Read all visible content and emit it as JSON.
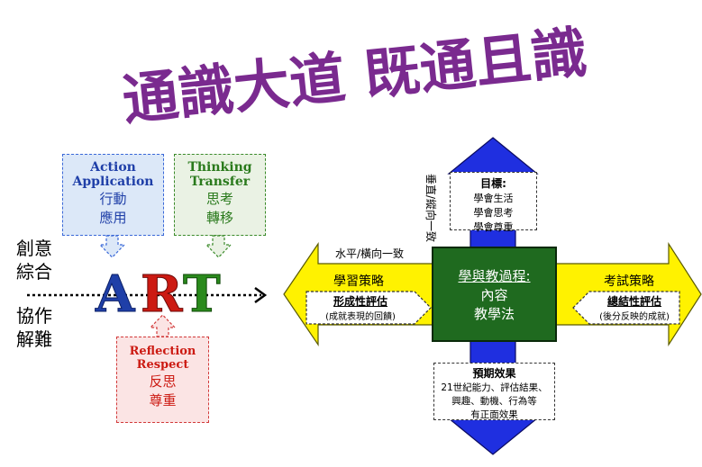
{
  "title": "通識大道 既通且識",
  "left": {
    "action": {
      "en1": "Action",
      "en2": "Application",
      "zh1": "行動",
      "zh2": "應用"
    },
    "thinking": {
      "en1": "Thinking",
      "en2": "Transfer",
      "zh1": "思考",
      "zh2": "轉移"
    },
    "reflection": {
      "en1": "Reflection",
      "en2": "Respect",
      "zh1": "反思",
      "zh2": "尊重"
    },
    "art": {
      "a": "A",
      "r": "R",
      "t": "T"
    },
    "side1": [
      "創意",
      "綜合"
    ],
    "side2": [
      "協作",
      "解難"
    ]
  },
  "right": {
    "vertical_label": "垂直/縱向一致",
    "horizontal_label": "水平/橫向一致",
    "goal": {
      "title": "目標:",
      "lines": [
        "學會生活",
        "學會思考",
        "學會尊重"
      ]
    },
    "center": {
      "title": "學與教過程:",
      "line1": "內容",
      "line2": "教學法"
    },
    "left_arrow": {
      "label": "學習策略",
      "box_title": "形成性評估",
      "box_sub": "(成就表現的回饋)"
    },
    "right_arrow": {
      "label": "考試策略",
      "box_title": "總結性評估",
      "box_sub": "(後分反映的成就)"
    },
    "outcome": {
      "title": "預期效果",
      "lines": [
        "21世紀能力、評估結果、",
        "興趣、動機、行為等",
        "有正面效果"
      ]
    }
  },
  "colors": {
    "title_purple": "#7a2a8f",
    "action_blue": "#1f3fa8",
    "thinking_green": "#2a7a1c",
    "reflection_red": "#cc1a12",
    "arrow_blue": "#1f2fe0",
    "arrow_yellow": "#fff200",
    "center_green": "#1f6a1f"
  }
}
